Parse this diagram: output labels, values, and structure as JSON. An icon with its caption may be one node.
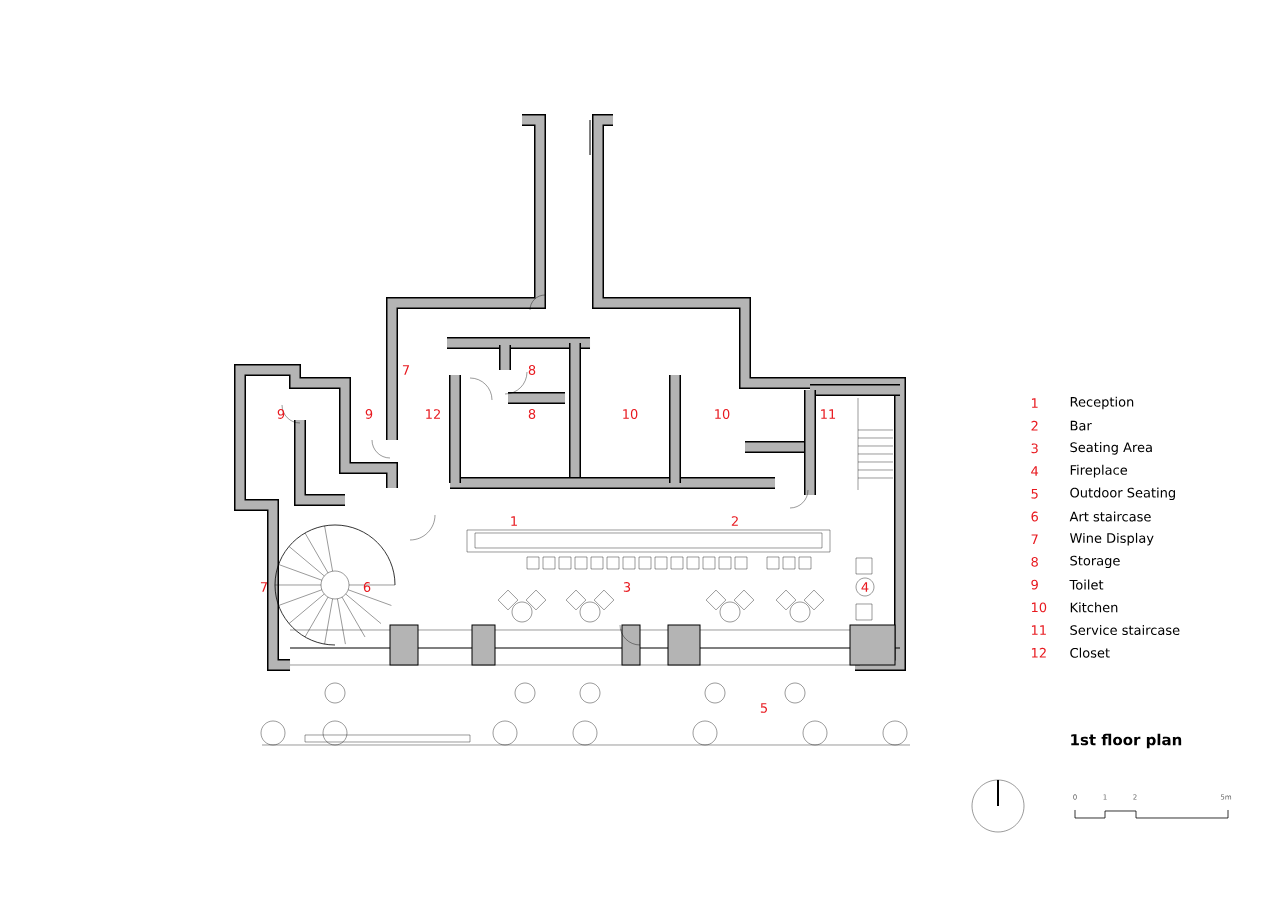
{
  "diagram": {
    "title": "1st floor plan",
    "labels": [
      "7",
      "8",
      "9",
      "9",
      "12",
      "8",
      "10",
      "10",
      "11",
      "1",
      "2",
      "7",
      "6",
      "3",
      "4",
      "5",
      "1",
      "Reception",
      "2",
      "Bar",
      "3",
      "Seating Area",
      "4",
      "Fireplace",
      "5",
      "Outdoor Seating",
      "6",
      "Art staircase",
      "7",
      "Wine Display",
      "8",
      "Storage",
      "9",
      "Toilet",
      "10",
      "Kitchen",
      "11",
      "Service staircase",
      "12",
      "Closet",
      "0",
      "1",
      "2",
      "5m"
    ]
  }
}
